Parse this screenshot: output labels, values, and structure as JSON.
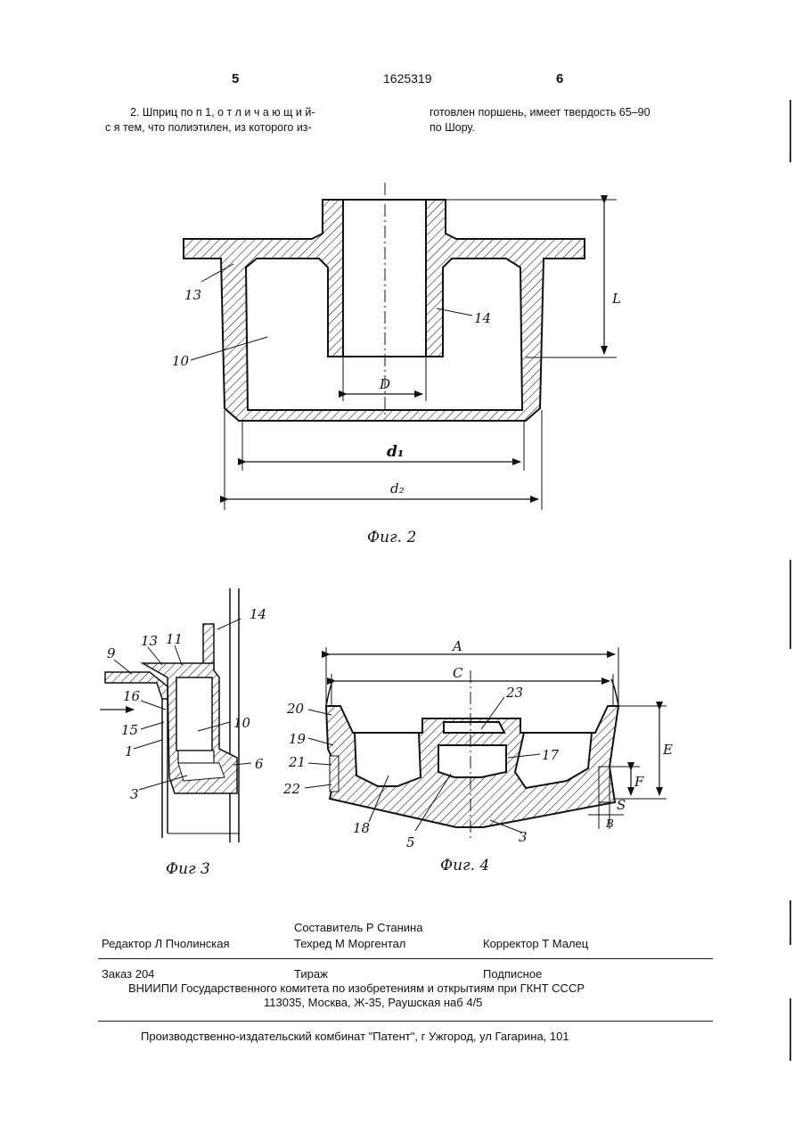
{
  "header": {
    "page_left": "5",
    "patent_number": "1625319",
    "page_right": "6"
  },
  "claim": {
    "left_line1": "2. Шприц по п 1, о т л и ч а ю щ и й-",
    "left_line2": "с я тем, что полиэтилен, из которого из-",
    "right_line1": "готовлен поршень, имеет твердость 65–90",
    "right_line2": "по Шору."
  },
  "fig2": {
    "caption": "Фиг. 2",
    "labels": {
      "l13": "13",
      "l10": "10",
      "l14": "14",
      "lD": "D",
      "lL": "L",
      "ld1": "d₁",
      "ld2": "d₂"
    }
  },
  "fig3": {
    "caption": "Фиг 3",
    "labels": {
      "l14": "14",
      "l13": "13",
      "l11": "11",
      "l9": "9",
      "l16": "16",
      "l15": "15",
      "l1": "1",
      "l10": "10",
      "l6": "6",
      "l3": "3"
    }
  },
  "fig4": {
    "caption": "Фиг. 4",
    "labels": {
      "lA": "A",
      "lC": "C",
      "l23": "23",
      "l20": "20",
      "l19": "19",
      "l21": "21",
      "l22": "22",
      "l17": "17",
      "lE": "E",
      "lF": "F",
      "lS": "S",
      "lB": "B",
      "l18": "18",
      "l5": "5",
      "l3": "3"
    }
  },
  "imprint": {
    "compiler": "Составитель  Р  Станина",
    "editor": "Редактор  Л  Пчолинская",
    "techred": "Техред М Моргентал",
    "corrector": "Корректор  Т  Малец",
    "order": "Заказ  204",
    "circulation": "Тираж",
    "subscription": "Подписное",
    "org_line": "ВНИИПИ Государственного комитета по изобретениям и открытиям при ГКНТ СССР",
    "address": "113035, Москва, Ж-35, Раушская наб  4/5",
    "printer": "Производственно-издательский комбинат \"Патент\", г  Ужгород, ул Гагарина, 101"
  }
}
